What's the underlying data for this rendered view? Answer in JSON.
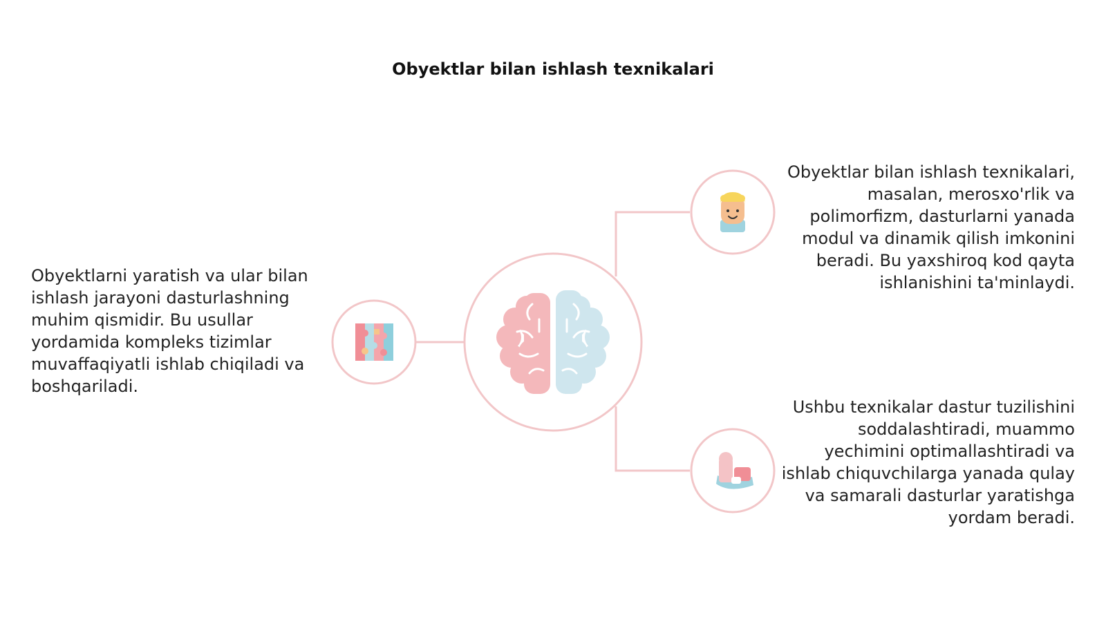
{
  "title": "Obyektlar bilan ishlash texnikalari",
  "colors": {
    "ring": "#f2c6c8",
    "connector": "#f2c6c8",
    "brain_left": "#f4b8bb",
    "brain_right": "#cfe6ee",
    "text": "#222222"
  },
  "nodes": {
    "center": {
      "icon": "brain-icon"
    },
    "left": {
      "icon": "puzzle-icon",
      "text": "Obyektlarni yaratish va ular bilan ishlash jarayoni dasturlashning muhim qismidir. Bu usullar yordamida kompleks tizimlar muvaffaqiyatli ishlab chiqiladi va boshqariladi."
    },
    "right_top": {
      "icon": "person-icon",
      "text": "Obyektlar bilan ishlash texnikalari, masalan, merosxo'rlik va polimorfizm, dasturlarni yanada modul va dinamik qilish imkonini beradi. Bu yaxshiroq kod qayta ishlanishini ta'minlaydi."
    },
    "right_bottom": {
      "icon": "blocks-icon",
      "text": "Ushbu texnikalar dastur tuzilishini soddalashtiradi, muammo yechimini optimallashtiradi va ishlab chiquvchilarga yanada qulay va samarali dasturlar yaratishga yordam beradi."
    }
  }
}
